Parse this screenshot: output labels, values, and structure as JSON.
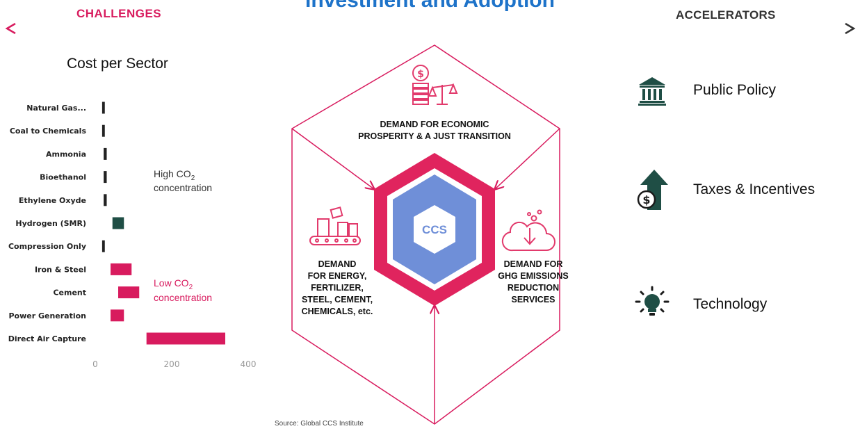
{
  "header": {
    "title": "Investment and Adoption",
    "left_label": "CHALLENGES",
    "right_label": "ACCELERATORS"
  },
  "colors": {
    "magenta": "#d81b5e",
    "dark_green": "#1f4e45",
    "dark": "#222222",
    "hex_blue": "#6f8fd8",
    "title_blue": "#1e73c9",
    "icon_pink": "#e23a6c"
  },
  "chart": {
    "title": "Cost per Sector",
    "high_note": {
      "line1": "High CO",
      "sub": "2",
      "line2": "concentration"
    },
    "low_note": {
      "line1": "Low CO",
      "sub": "2",
      "line2": "concentration"
    }
  },
  "chart_data": {
    "type": "bar",
    "orientation": "horizontal-floating",
    "title": "Cost per Sector",
    "xlim": [
      0,
      400
    ],
    "xticks": [
      "0",
      "200",
      "400"
    ],
    "categories": [
      "Natural Gas...",
      "Coal to Chemicals",
      "Ammonia",
      "Bioethanol",
      "Ethylene Oxyde",
      "Hydrogen (SMR)",
      "Compression Only",
      "Iron & Steel",
      "Cement",
      "Power Generation",
      "Direct Air Capture"
    ],
    "ranges": [
      [
        18,
        25
      ],
      [
        18,
        25
      ],
      [
        22,
        30
      ],
      [
        22,
        30
      ],
      [
        22,
        30
      ],
      [
        45,
        75
      ],
      [
        18,
        25
      ],
      [
        40,
        95
      ],
      [
        60,
        115
      ],
      [
        40,
        75
      ],
      [
        134,
        340
      ]
    ],
    "groups": [
      "high",
      "high",
      "high",
      "high",
      "high",
      "high",
      "high",
      "low",
      "low",
      "low",
      "low"
    ],
    "group_colors": {
      "high": "#222222",
      "low": "#d81b5e",
      "highlight": "#1f4e45"
    },
    "highlight_index": 5
  },
  "hexagon": {
    "center_label": "CCS",
    "top_label": [
      "DEMAND FOR ECONOMIC",
      "PROSPERITY & A JUST TRANSITION"
    ],
    "left_label": [
      "DEMAND",
      "FOR ENERGY,",
      "FERTILIZER,",
      "STEEL, CEMENT,",
      "CHEMICALS, etc."
    ],
    "right_label": [
      "DEMAND FOR",
      "GHG EMISSIONS",
      "REDUCTION",
      "SERVICES"
    ],
    "icons": [
      "money-balance-icon",
      "factory-conveyor-icon",
      "cloud-emissions-icon"
    ]
  },
  "accelerators": [
    {
      "label": "Public Policy",
      "icon": "government-building-icon"
    },
    {
      "label": "Taxes & Incentives",
      "icon": "dollar-up-arrow-icon"
    },
    {
      "label": "Technology",
      "icon": "lightbulb-icon"
    }
  ],
  "source": "Source: Global CCS Institute"
}
